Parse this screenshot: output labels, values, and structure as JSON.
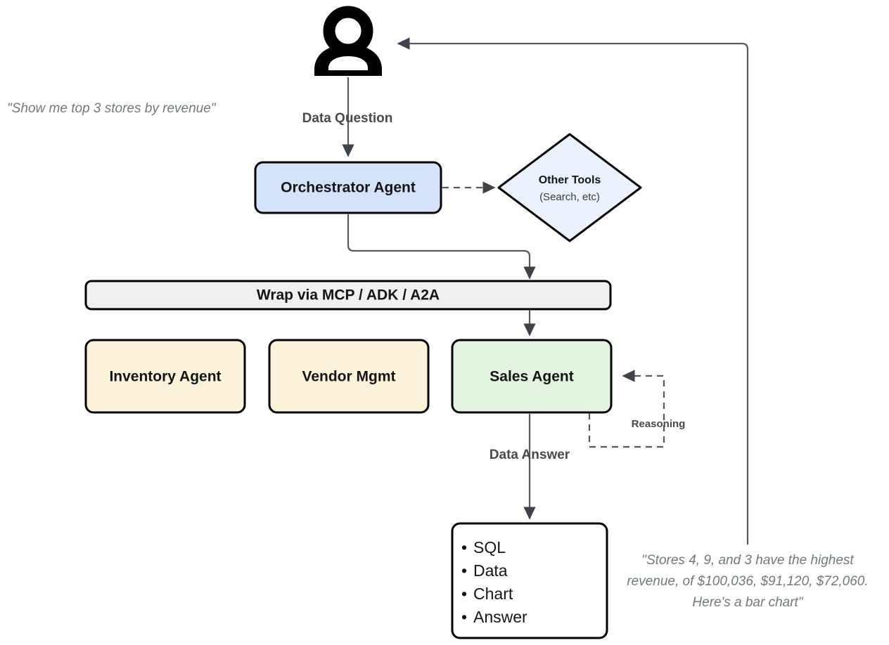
{
  "diagram": {
    "title": "Agentic data analytics architecture flow",
    "colors": {
      "orchestrator_fill": "#d4e3f9",
      "diamond_fill": "#eaf2fd",
      "mcp_fill": "#eef0f2",
      "agent_yellow_fill": "#fbf2da",
      "sales_green_fill": "#e2f3e0",
      "list_fill": "#ffffff",
      "outline": "#000000",
      "connector": "#55585e",
      "annotation_text": "#72787f",
      "label_text": "#4a4a4a"
    },
    "nodes": {
      "user": {
        "icon": "person-icon"
      },
      "orchestrator": {
        "label": "Orchestrator Agent"
      },
      "other_tools": {
        "label": "Other Tools",
        "sublabel": "(Search, etc)"
      },
      "wrap_bar": {
        "label": "Wrap via MCP / ADK / A2A"
      },
      "inventory_agent": {
        "label": "Inventory Agent"
      },
      "vendor_mgmt": {
        "label": "Vendor Mgmt"
      },
      "sales_agent": {
        "label": "Sales Agent"
      },
      "output_list": {
        "items": [
          "SQL",
          "Data",
          "Chart",
          "Answer"
        ],
        "bullet": "•"
      }
    },
    "edge_labels": {
      "data_question": "Data Question",
      "data_answer": "Data Answer",
      "reasoning": "Reasoning"
    },
    "annotations": {
      "user_question": "\"Show me top 3 stores by revenue\"",
      "answer_lines": [
        "\"Stores 4, 9, and 3 have the highest",
        "revenue, of $100,036, $91,120, $72,060.",
        "Here's a bar chart\""
      ]
    }
  }
}
